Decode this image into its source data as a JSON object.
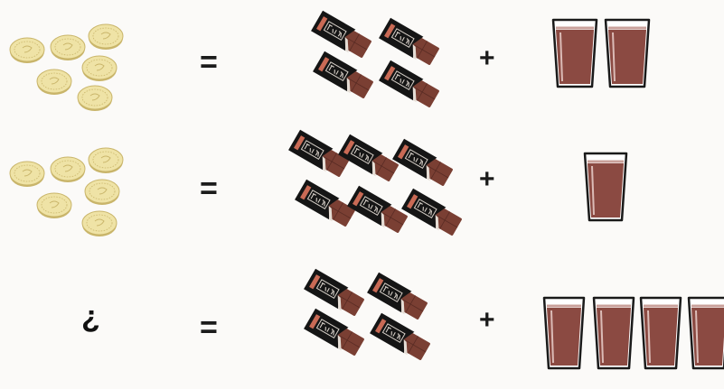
{
  "rows": [
    {
      "left": "coins",
      "coins": 6,
      "equals": "=",
      "chocolates": 4,
      "plus": "+",
      "glasses": 2
    },
    {
      "left": "coins",
      "coins": 6,
      "equals": "=",
      "chocolates": 6,
      "plus": "+",
      "glasses": 1
    },
    {
      "left": "unknown",
      "question": "?",
      "equals": "=",
      "chocolates": 4,
      "plus": "+",
      "glasses": 4
    }
  ],
  "icons": {
    "coin": "coin-icon",
    "chocolate": "chocolate-bar-icon",
    "glass": "chocolate-milk-glass-icon"
  },
  "colors": {
    "coin_fill": "#efe3a6",
    "coin_stroke": "#c9b56a",
    "chocolate_wrapper": "#151515",
    "chocolate_bar": "#7a3f33",
    "chocolate_label": "#d7d0c8",
    "drink": "#8b4a42",
    "glass_outline": "#1a1a1a"
  }
}
